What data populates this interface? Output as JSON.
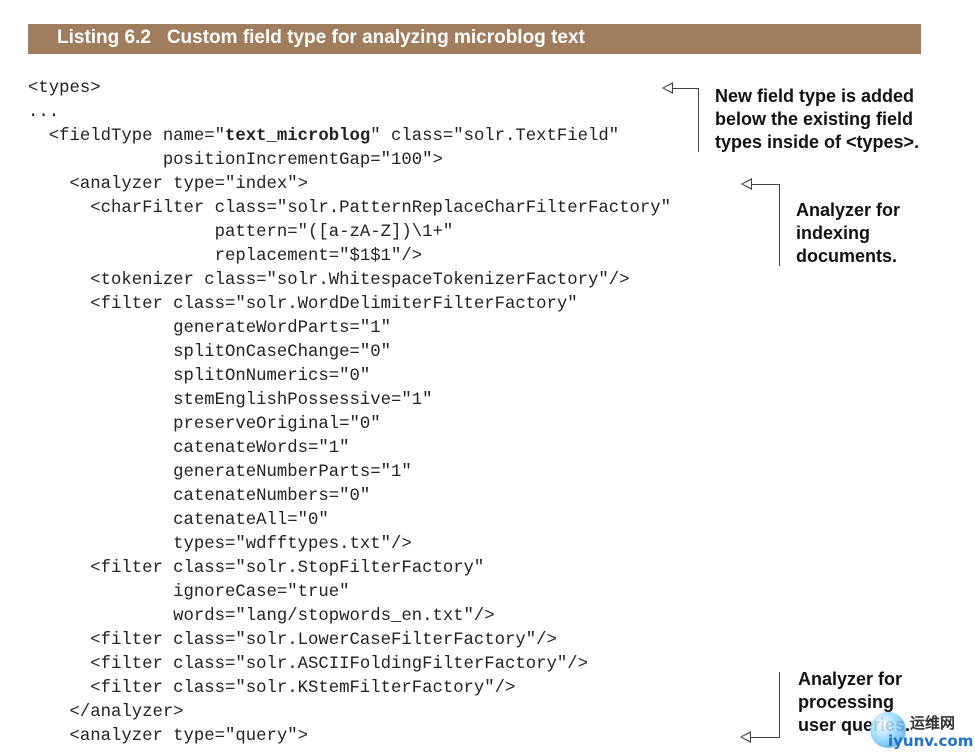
{
  "listing": {
    "label": "Listing 6.2",
    "title": "Custom field type for analyzing microblog text"
  },
  "code_lines": [
    {
      "pre": "<types>"
    },
    {
      "pre": "..."
    },
    {
      "pre": "  <fieldType name=\"",
      "bold": "text_microblog",
      "post": "\" class=\"solr.TextField\""
    },
    {
      "pre": "             positionIncrementGap=\"100\">"
    },
    {
      "pre": "    <analyzer type=\"index\">"
    },
    {
      "pre": "      <charFilter class=\"solr.PatternReplaceCharFilterFactory\""
    },
    {
      "pre": "                  pattern=\"([a-zA-Z])\\1+\""
    },
    {
      "pre": "                  replacement=\"$1$1\"/>"
    },
    {
      "pre": "      <tokenizer class=\"solr.WhitespaceTokenizerFactory\"/>"
    },
    {
      "pre": "      <filter class=\"solr.WordDelimiterFilterFactory\""
    },
    {
      "pre": "              generateWordParts=\"1\""
    },
    {
      "pre": "              splitOnCaseChange=\"0\""
    },
    {
      "pre": "              splitOnNumerics=\"0\""
    },
    {
      "pre": "              stemEnglishPossessive=\"1\""
    },
    {
      "pre": "              preserveOriginal=\"0\""
    },
    {
      "pre": "              catenateWords=\"1\""
    },
    {
      "pre": "              generateNumberParts=\"1\""
    },
    {
      "pre": "              catenateNumbers=\"0\""
    },
    {
      "pre": "              catenateAll=\"0\""
    },
    {
      "pre": "              types=\"wdfftypes.txt\"/>"
    },
    {
      "pre": "      <filter class=\"solr.StopFilterFactory\""
    },
    {
      "pre": "              ignoreCase=\"true\""
    },
    {
      "pre": "              words=\"lang/stopwords_en.txt\"/>"
    },
    {
      "pre": "      <filter class=\"solr.LowerCaseFilterFactory\"/>"
    },
    {
      "pre": "      <filter class=\"solr.ASCIIFoldingFilterFactory\"/>"
    },
    {
      "pre": "      <filter class=\"solr.KStemFilterFactory\"/>"
    },
    {
      "pre": "    </analyzer>"
    },
    {
      "pre": "    <analyzer type=\"query\">"
    }
  ],
  "annotations": {
    "field_type": [
      "New field type is added",
      "below the existing field",
      "types inside of <types>."
    ],
    "index_analyzer": [
      "Analyzer for",
      "indexing",
      "documents."
    ],
    "query_analyzer": [
      "Analyzer for",
      "processing",
      "user queries."
    ]
  },
  "watermark": {
    "top": "运维网",
    "bottom": "iyunv.com"
  }
}
